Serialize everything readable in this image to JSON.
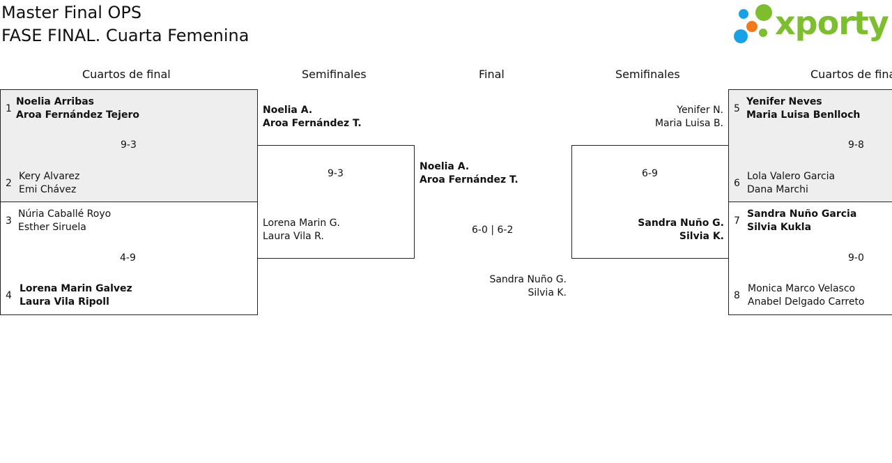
{
  "header": {
    "title_line1": "Master Final OPS",
    "title_line2": "FASE FINAL. Cuarta Femenina",
    "logo_text": "xporty",
    "logo_colors": [
      "#1aa0e6",
      "#7cbe2d",
      "#f07a1a",
      "#1aa0e6"
    ]
  },
  "rounds": {
    "left_quarters": "Cuartos de final",
    "left_semis": "Semifinales",
    "final": "Final",
    "right_semis": "Semifinales",
    "right_quarters": "Cuartos de final"
  },
  "quarterfinals": [
    {
      "seed": "1",
      "p1": "Noelia Arribas",
      "p2": "Aroa Fernández Tejero",
      "winner": true
    },
    {
      "seed": "2",
      "p1": "Kery Alvarez",
      "p2": "Emi Chávez",
      "winner": false
    },
    {
      "seed": "3",
      "p1": "Núria Caballé Royo",
      "p2": "Esther Siruela",
      "winner": false
    },
    {
      "seed": "4",
      "p1": "Lorena Marin Galvez",
      "p2": "Laura Vila Ripoll",
      "winner": true
    },
    {
      "seed": "5",
      "p1": "Yenifer Neves",
      "p2": "Maria Luisa Benlloch",
      "winner": true
    },
    {
      "seed": "6",
      "p1": "Lola Valero Garcia",
      "p2": "Dana Marchi",
      "winner": false
    },
    {
      "seed": "7",
      "p1": "Sandra Nuño Garcia",
      "p2": "Silvia Kukla",
      "winner": true
    },
    {
      "seed": "8",
      "p1": "Monica Marco Velasco",
      "p2": "Anabel Delgado Carreto",
      "winner": false
    }
  ],
  "quarter_scores": [
    "9-3",
    "4-9",
    "9-8",
    "9-0"
  ],
  "semifinals": {
    "left_top": {
      "p1": "Noelia A.",
      "p2": "Aroa Fernández T."
    },
    "left_bottom": {
      "p1": "Lorena Marin G.",
      "p2": "Laura Vila R."
    },
    "left_score": "9-3",
    "right_top": {
      "p1": "Yenifer N.",
      "p2": "Maria Luisa B."
    },
    "right_bottom": {
      "p1": "Sandra Nuño G.",
      "p2": "Silvia K."
    },
    "right_score": "6-9"
  },
  "final": {
    "top": {
      "p1": "Noelia A.",
      "p2": "Aroa Fernández T."
    },
    "bottom": {
      "p1": "Sandra Nuño G.",
      "p2": "Silvia K."
    },
    "score": "6-0 | 6-2"
  }
}
